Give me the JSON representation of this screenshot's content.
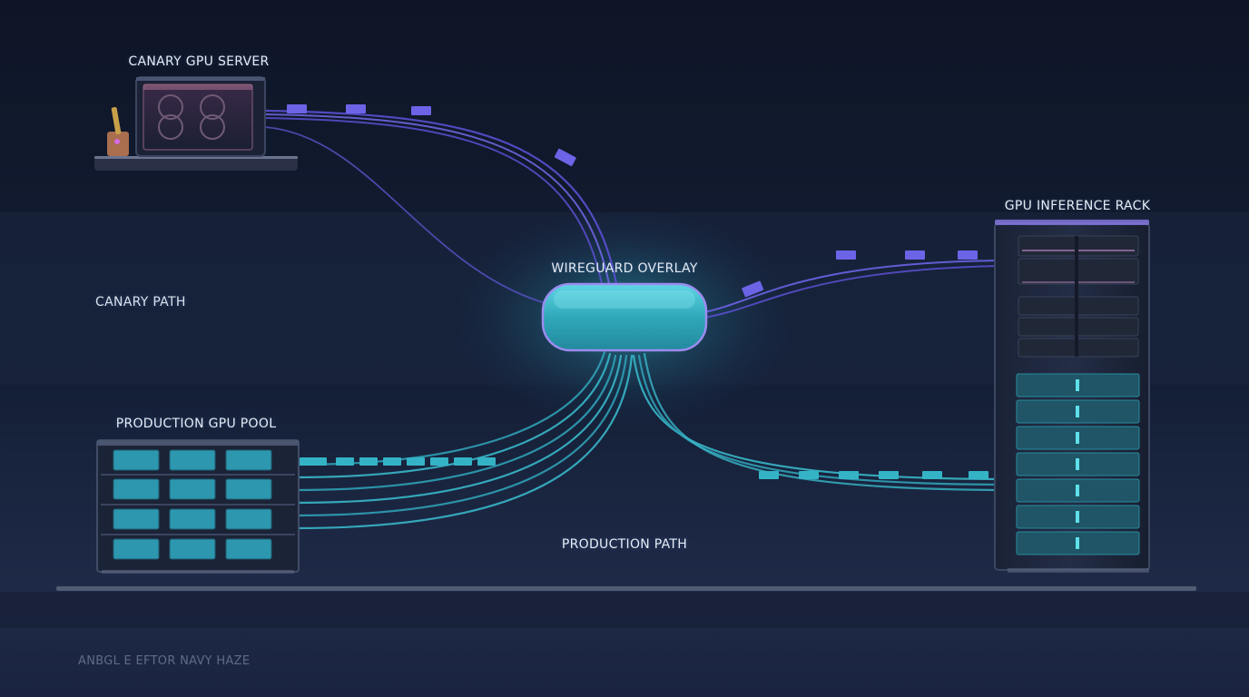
{
  "labels": {
    "canary_server": "CANARY GPU SERVER",
    "inference_rack": "GPU INFERENCE RACK",
    "overlay": "WIREGUARD OVERLAY",
    "canary_path": "CANARY PATH",
    "production_pool": "PRODUCTION GPU POOL",
    "production_path": "PRODUCTION PATH",
    "footer": "ANBGL E EFTOR NAVY HAZE"
  },
  "colors": {
    "background_top": "#0f1628",
    "band": "#16223a",
    "background_bottom": "#1d2845",
    "canary_accent": "#6c63e6",
    "production_accent": "#35b3c6",
    "overlay_fill": "#2fa8ba",
    "overlay_stroke": "#9b8cf0"
  }
}
